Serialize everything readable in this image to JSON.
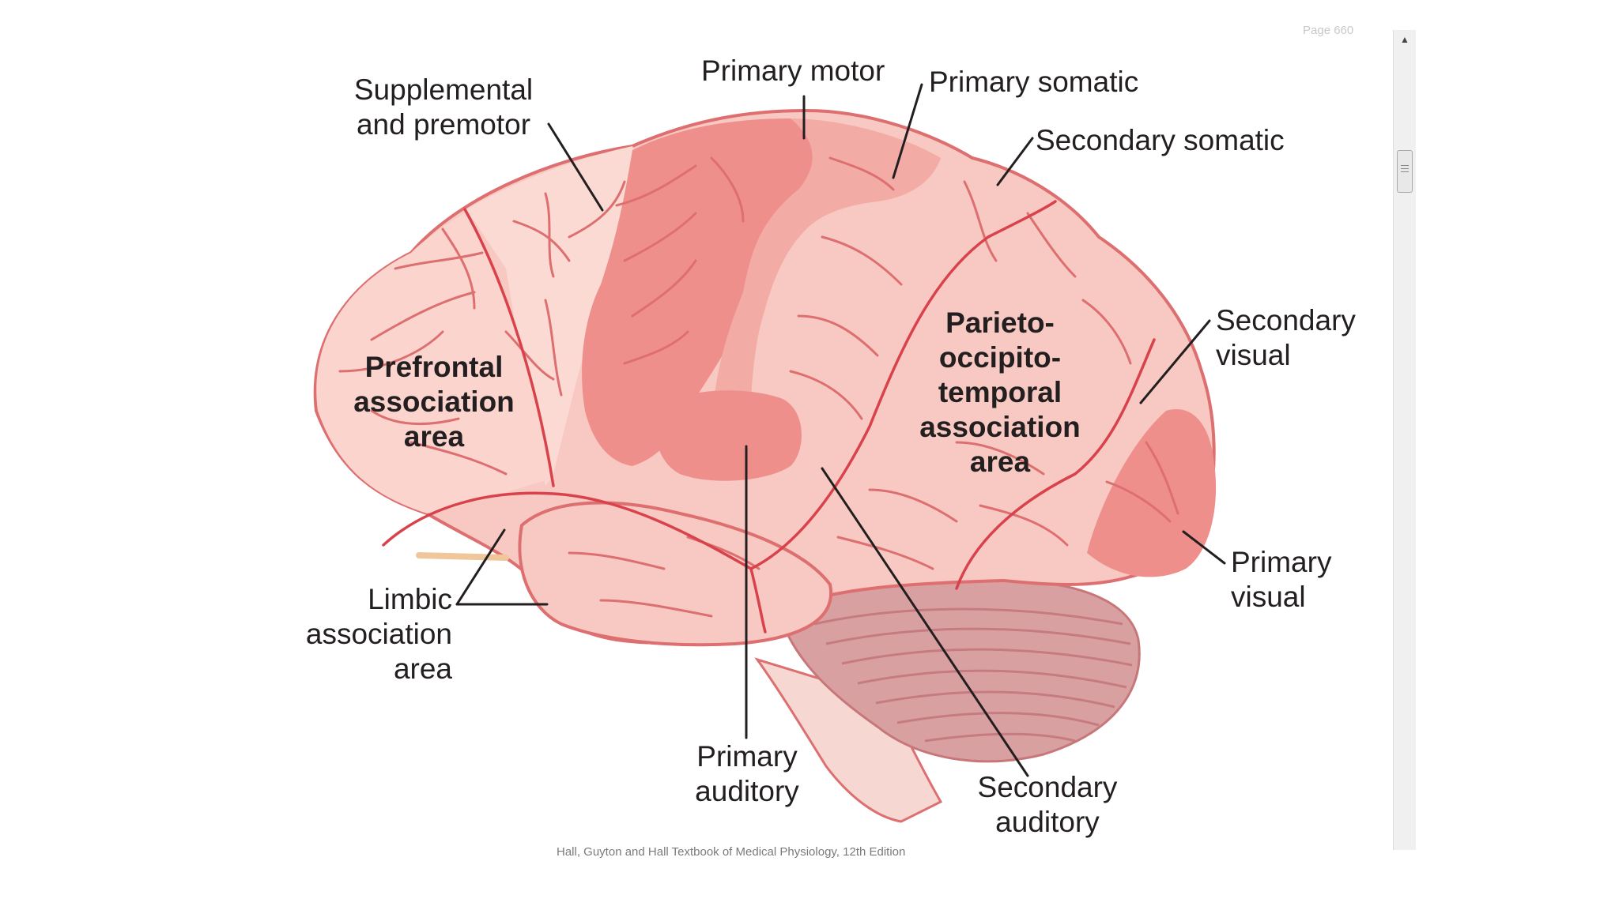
{
  "labels": {
    "supplemental": "Supplemental\nand premotor",
    "primary_motor": "Primary motor",
    "primary_somatic": "Primary somatic",
    "secondary_somatic": "Secondary somatic",
    "prefrontal": "Prefrontal\nassociation\narea",
    "parieto": "Parieto-\noccipito-\ntemporal\nassociation\narea",
    "secondary_visual": "Secondary\nvisual",
    "primary_visual": "Primary\nvisual",
    "limbic": "Limbic\nassociation\narea",
    "primary_auditory": "Primary\nauditory",
    "secondary_auditory": "Secondary\nauditory"
  },
  "page_tag": "Page 660",
  "citation": "Hall, Guyton and Hall Textbook of Medical Physiology, 12th Edition",
  "colors": {
    "cortex_fill": "#f8c9c2",
    "association_fill": "#fadad3",
    "primary_area_fill": "#ef8f8c",
    "gyrus_line": "#dd6f70",
    "border_line": "#d9414b",
    "cerebellum": "#d9a0a1",
    "leader_line": "#231f20"
  }
}
